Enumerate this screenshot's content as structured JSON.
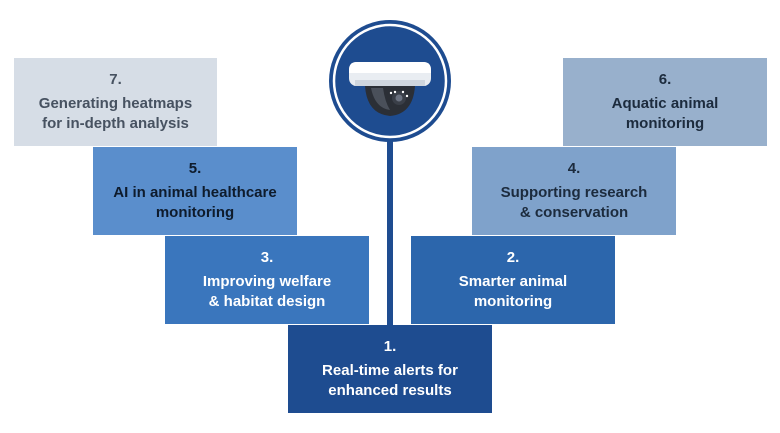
{
  "items": [
    {
      "number": "1.",
      "lines": [
        "Real-time alerts for",
        "enhanced results"
      ]
    },
    {
      "number": "2.",
      "lines": [
        "Smarter animal",
        "monitoring"
      ]
    },
    {
      "number": "3.",
      "lines": [
        "Improving welfare",
        "& habitat design"
      ]
    },
    {
      "number": "4.",
      "lines": [
        "Supporting research",
        "& conservation"
      ]
    },
    {
      "number": "5.",
      "lines": [
        "AI in animal healthcare",
        "monitoring"
      ]
    },
    {
      "number": "6.",
      "lines": [
        "Aquatic animal",
        "monitoring"
      ]
    },
    {
      "number": "7.",
      "lines": [
        "Generating heatmaps",
        "for in-depth analysis"
      ]
    }
  ],
  "icons": {
    "center": "security-camera-icon"
  },
  "colors": {
    "darkest_blue": "#1e4c90",
    "blue_2": "#2c66ac",
    "blue_3": "#3a76bd",
    "blue_4": "#7fa2cb",
    "blue_5": "#5a8ecc",
    "blue_6": "#98b0cc",
    "gray_7": "#d6dde6"
  }
}
